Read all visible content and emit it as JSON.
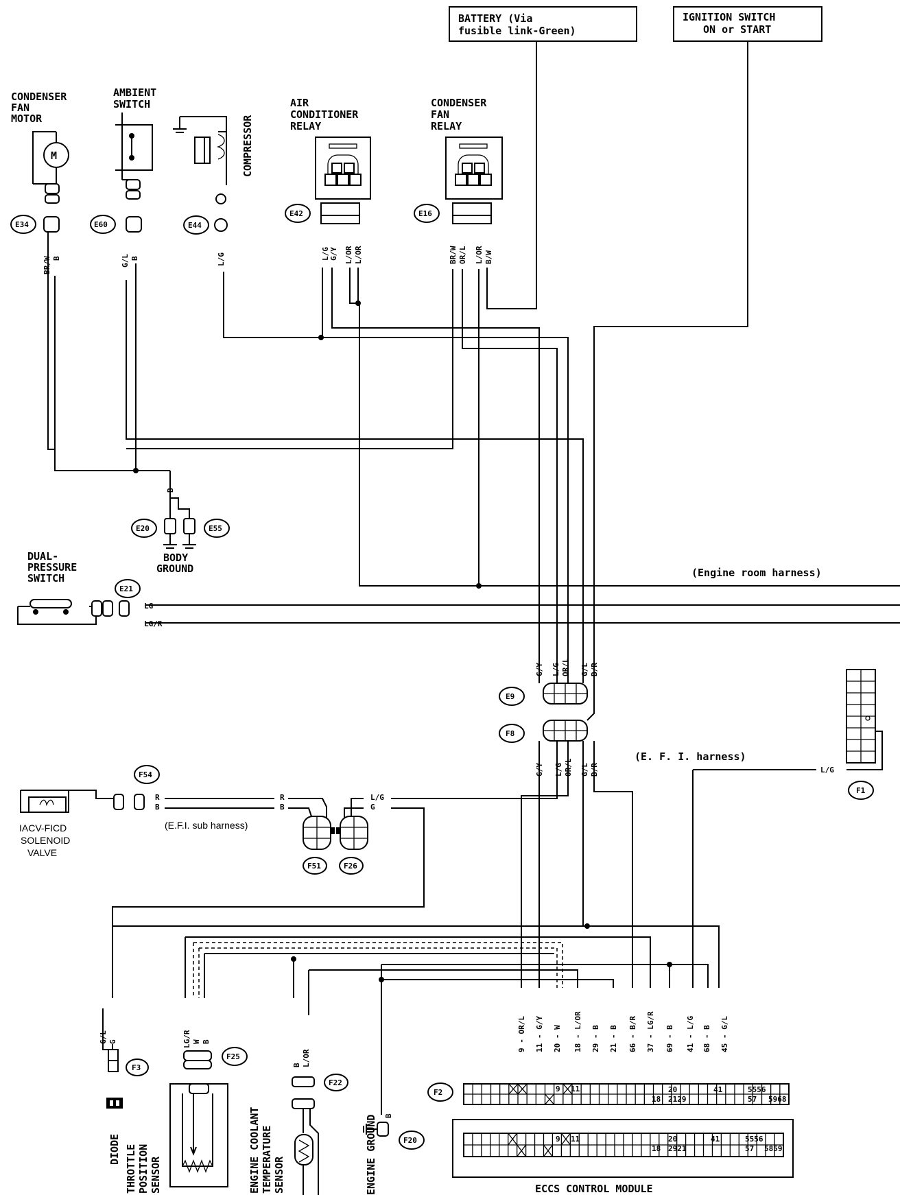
{
  "power": {
    "battery": [
      "BATTERY (Via",
      "fusible link-Green)"
    ],
    "ignition": [
      "IGNITION SWITCH",
      "ON or START"
    ]
  },
  "components": {
    "condenser_fan_motor": [
      "CONDENSER",
      "FAN",
      "MOTOR"
    ],
    "ambient_switch": [
      "AMBIENT",
      "SWITCH"
    ],
    "compressor": "COMPRESSOR",
    "ac_relay": [
      "AIR",
      "CONDITIONER",
      "RELAY"
    ],
    "condenser_fan_relay": [
      "CONDENSER",
      "FAN",
      "RELAY"
    ],
    "dual_pressure_switch": [
      "DUAL-",
      "PRESSURE",
      "SWITCH"
    ],
    "body_ground": [
      "BODY",
      "GROUND"
    ],
    "iacv": [
      "IACV-FICD",
      "SOLENOID",
      "VALVE"
    ],
    "diode": "DIODE",
    "throttle_sensor": [
      "THROTTLE",
      "POSITION",
      "SENSOR"
    ],
    "coolant_sensor": [
      "ENGINE COOLANT",
      "TEMPERATURE",
      "SENSOR"
    ],
    "engine_ground": "ENGINE GROUND",
    "eccs": "ECCS CONTROL MODULE"
  },
  "connectors": {
    "E34": "E34",
    "E60": "E60",
    "E44": "E44",
    "E42": "E42",
    "E16": "E16",
    "E20": "E20",
    "E55": "E55",
    "E21": "E21",
    "E9": "E9",
    "F8": "F8",
    "F1": "F1",
    "F54": "F54",
    "F51": "F51",
    "F26": "F26",
    "F3": "F3",
    "F25": "F25",
    "F22": "F22",
    "F20": "F20",
    "F2": "F2"
  },
  "harness": {
    "engine_room": "(Engine room harness)",
    "efi": "(E. F. I.  harness)",
    "efi_sub": "(E.F.I. sub harness)"
  },
  "wires": {
    "e34": [
      "BR/W",
      "B"
    ],
    "e60": [
      "G/L",
      "B"
    ],
    "e44": "L/G",
    "e42": [
      "L/G",
      "G/Y",
      "L/OR",
      "L/OR"
    ],
    "e16": [
      "BR/W",
      "OR/L",
      "L/OR",
      "B/W"
    ],
    "ground_b": "B",
    "e21": [
      "LG",
      "LG/R"
    ],
    "e9": [
      "G/Y",
      "L/G",
      "OR/L",
      "G/L",
      "B/R"
    ],
    "f8": [
      "G/Y",
      "L/G",
      "OR/L",
      "G/L",
      "B/R"
    ],
    "f1": "L/G",
    "f54": [
      "R",
      "B"
    ],
    "sub_mid": [
      "R",
      "B"
    ],
    "sub_right": [
      "L/G",
      "G"
    ],
    "f3": [
      "G/L",
      "G"
    ],
    "f25": [
      "LG/R",
      "W",
      "B"
    ],
    "f22": [
      "B",
      "L/OR"
    ],
    "f20": "B",
    "eccs_pins": [
      "9 - OR/L",
      "11 - G/Y",
      "20 - W",
      "18 - L/OR",
      "29 - B",
      "21 - B",
      "66 - B/R",
      "37 - LG/R",
      "69 - B",
      "41 - L/G",
      "68 - B",
      "45 - G/L"
    ]
  },
  "f2_pins": [
    "9",
    "11",
    "18",
    "20",
    "2129",
    "41",
    "5556",
    "57",
    "5968"
  ],
  "eccs_pins_row": [
    "9",
    "11",
    "18",
    "20",
    "2921",
    "41",
    "5556",
    "57",
    "5859"
  ]
}
